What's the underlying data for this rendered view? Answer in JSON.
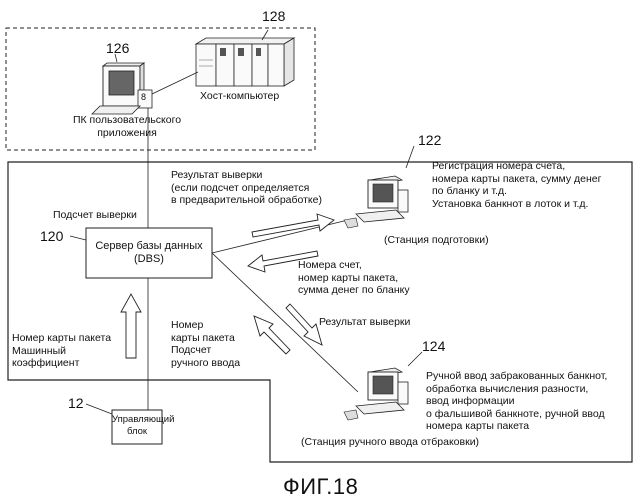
{
  "figure": {
    "caption": "ФИГ.18"
  },
  "nodes": {
    "host": {
      "ref": "128",
      "label": "Хост-компьютер"
    },
    "app_pc": {
      "ref": "126",
      "label": "ПК пользовательского\nприложения",
      "screen_digit": "8"
    },
    "prep_station": {
      "ref": "122",
      "label": "(Станция подготовки)",
      "description": "Регистрация номера счета,\nномера карты пакета, сумму денег\nпо бланку и т.д.\nУстановка банкнот в лоток и т.д."
    },
    "reject_station": {
      "ref": "124",
      "label": "(Станция ручного ввода отбраковки)",
      "description": "Ручной ввод забракованных банкнот,\nобработка вычисления разности,\nввод информации\nо фальшивой банкноте, ручной ввод\nномера карты пакета"
    },
    "dbs": {
      "ref": "120",
      "label": "Сервер базы данных\n(DBS)"
    },
    "control": {
      "ref": "12",
      "label": "Управляющий\nблок"
    }
  },
  "flows": {
    "count_up": "Подсчет выверки",
    "result_to_prep": "Результат выверки\n(если подсчет определяется\nв предварительной обработке)",
    "from_prep": "Номера счет,\nномер карты пакета,\nсумма денег по бланку",
    "result_to_reject": "Результат выверки",
    "from_reject": "Номер\nкарты пакета\nПодсчет\nручного ввода",
    "from_control": "Номер карты пакета\nМашинный\nкоэффициент"
  }
}
